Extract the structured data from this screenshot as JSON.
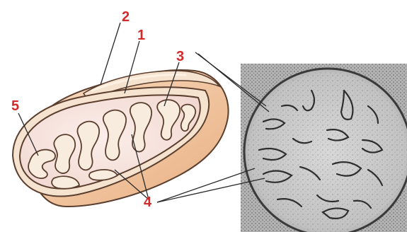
{
  "callouts": {
    "one": "1",
    "two": "2",
    "three": "3",
    "four": "4",
    "five": "5"
  },
  "colors": {
    "callout_text": "#d42a2a",
    "outer_membrane": "#f2cfae",
    "intermembrane": "#f6e3cf",
    "matrix": "#f4ddd8",
    "cristae_fill": "#f8ecde",
    "outline": "#5a3e2e",
    "micrograph_bg": "#a6a6a6",
    "micrograph_cell": "#c9c9c9"
  },
  "icons": {
    "mitochondrion_drawing": "mitochondrion-cutaway-illustration",
    "micrograph": "mitochondrion-electron-micrograph"
  }
}
